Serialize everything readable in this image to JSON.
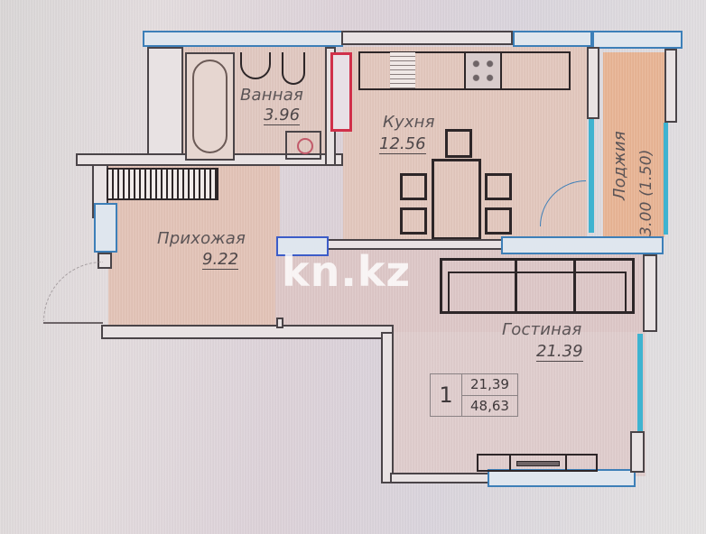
{
  "plan": {
    "rooms": [
      {
        "id": "bathroom",
        "name": "Ванная",
        "area": "3.96"
      },
      {
        "id": "kitchen",
        "name": "Кухня",
        "area": "12.56"
      },
      {
        "id": "loggia",
        "name": "Лоджия",
        "area": "3.00 (1.50)"
      },
      {
        "id": "hallway",
        "name": "Прихожая",
        "area": "9.22"
      },
      {
        "id": "living-room",
        "name": "Гостиная",
        "area": "21.39"
      }
    ],
    "summary": {
      "rooms_count": "1",
      "living_area": "21,39",
      "total_area": "48,63"
    },
    "watermark": "kn.kz"
  },
  "colors": {
    "floor_warm": "#e2c3b8",
    "floor_living": "#ddc8c6",
    "loggia_floor": "#e8b393",
    "wall_outline": "#4a4448",
    "window_blue": "#3fb3d0",
    "window_frame": "#3d7fb8",
    "highlight_red": "#d0304a",
    "text": "#5b5456"
  }
}
